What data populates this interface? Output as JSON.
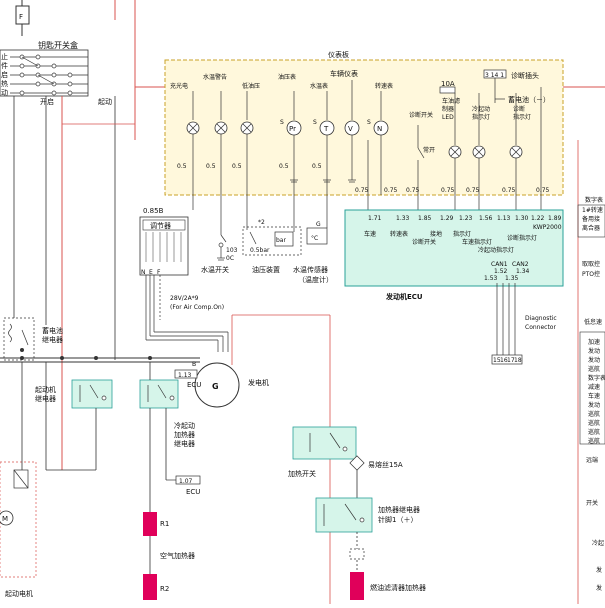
{
  "fuse_F": "F",
  "key_switch_box": {
    "title": "钥匙开关盒",
    "positions": [
      "止",
      "件",
      "启",
      "热",
      "动"
    ],
    "open_label": "开启",
    "start_label": "起动"
  },
  "instrument_panel": {
    "title": "仪表板",
    "vehicle_gauges": "车辆仪表",
    "fuse_10a": "10A",
    "diag_code": "3 14 1",
    "diag_head": "诊断插头",
    "battery_neg": "蓄电池（－）",
    "lamps": [
      "充光电",
      "水温警告",
      "低油压",
      "油压表",
      "水温表",
      "转速表"
    ],
    "gauge_symbols": [
      "Pr",
      "T",
      "V",
      "N"
    ],
    "diag_switch": "诊断开关",
    "filter_led": [
      "车油滤",
      "制器",
      "LED"
    ],
    "cold_start": [
      "冷起动",
      "指示灯"
    ],
    "diag_lamp": [
      "诊断",
      "指示灯"
    ],
    "normally_open": "常开",
    "wire_075": "0.75",
    "wire_05": "0.5",
    "s_label": "S"
  },
  "ecu": {
    "title": "发动机ECU",
    "pins": [
      "1.71",
      "1.33",
      "1.85",
      "1.29",
      "1.23",
      "1.56",
      "1.13",
      "1.30",
      "1.22",
      "1.89"
    ],
    "kwp": "KWP2000",
    "labels": [
      "车速",
      "转速表",
      "诊断开关",
      "接地",
      "指示灯",
      "车速指示灯",
      "冷起动指示灯",
      "诊断指示灯"
    ],
    "can": [
      "CAN1",
      "CAN2"
    ],
    "can_pins": [
      "1.52",
      "1.34",
      "1.53",
      "1.35"
    ],
    "diag_connector": [
      "Diagnostic",
      "Connector"
    ],
    "diag_pins": [
      "15",
      "16",
      "17",
      "18"
    ]
  },
  "regulator": {
    "wire": "0.85B",
    "title": "调节器",
    "terms": [
      "N",
      "E",
      "F"
    ],
    "note1": "28V/2A*9",
    "note2": "(For Air Comp.On)"
  },
  "sensors": {
    "temp_switch": "水温开关",
    "temp_nums": [
      "103",
      "0C"
    ],
    "oil_device": "油压装置",
    "oil_note": "*2",
    "oil_bar": "0.5bar",
    "bar": "bar",
    "temp_sensor": "水温传感器",
    "temp_gauge": "（温度计）",
    "g_label": "G",
    "deg_c": "°C"
  },
  "left": {
    "battery_relay": [
      "蓄电池",
      "继电器"
    ],
    "starter_relay": [
      "起动机",
      "继电器"
    ],
    "starter_motor": "起动电机",
    "motor": "M"
  },
  "generator": {
    "symbol": "G",
    "title": "发电机",
    "b": "B",
    "wire_113": "1.13",
    "ecu": "ECU"
  },
  "cold_relay": [
    "冷起动",
    "加热器",
    "继电器"
  ],
  "wire_107": "1.07",
  "ecu_out": "ECU",
  "air_heater": {
    "r1": "R1",
    "r2": "R2",
    "title": "空气加热器"
  },
  "heat_switch": "加热开关",
  "fuse_15a": "易熔丝15A",
  "heater_relay": [
    "加热器继电器",
    "针脚1（＋）"
  ],
  "fuel_filter_heater": "燃油滤清器加热器",
  "right_panel": {
    "items_a": [
      "数字表",
      "1#转速",
      "备用接",
      "离合器"
    ],
    "items_b": [
      "取取控",
      "PTO控"
    ],
    "items_c": [
      "低怠速",
      "加速",
      "发动",
      "发动",
      "巡航",
      "数字表",
      "减速",
      "车速",
      "发动",
      "巡航",
      "巡航",
      "巡航",
      "巡航"
    ],
    "bottom": [
      "远端",
      "开关",
      "冷起",
      "发",
      "发"
    ]
  },
  "colors": {
    "wire_red": "#d9534f",
    "box_teal": "#2aa198",
    "box_green_fill": "#d6f5ea",
    "heater_red": "#e0005a",
    "panel_fill": "#fff8dc"
  }
}
